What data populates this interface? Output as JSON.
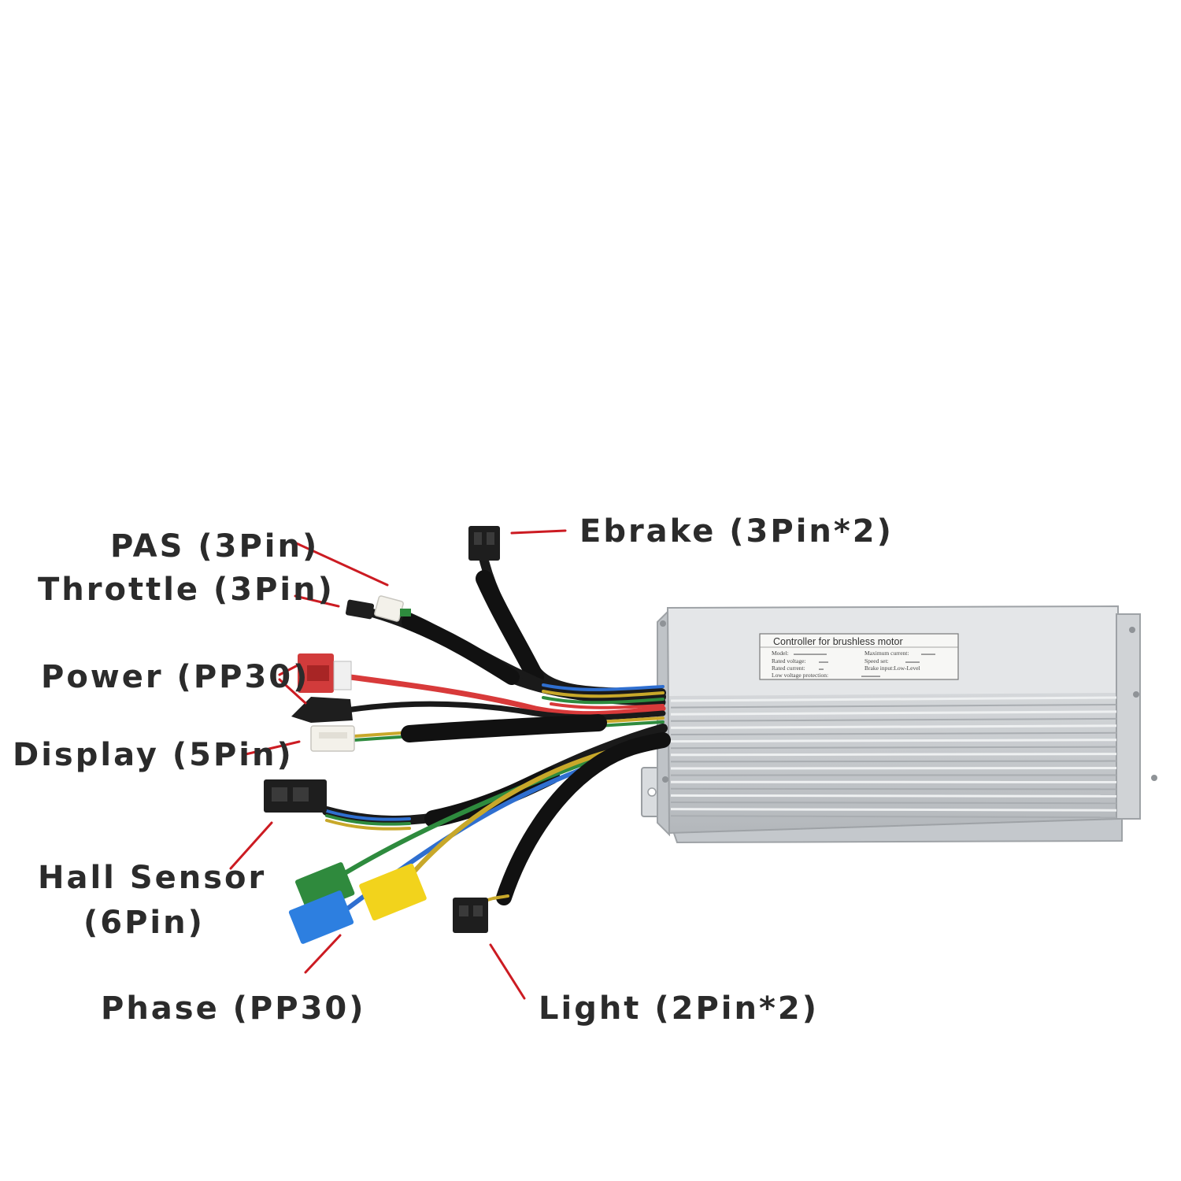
{
  "labels": {
    "pas": "PAS (3Pin)",
    "throttle": "Throttle (3Pin)",
    "power": "Power (PP30)",
    "display": "Display (5Pin)",
    "hall_line1": "Hall Sensor",
    "hall_line2": "(6Pin)",
    "phase": "Phase (PP30)",
    "ebrake": "Ebrake (3Pin*2)",
    "light": "Light (2Pin*2)"
  },
  "nameplate": {
    "title": "Controller for brushless motor",
    "model_label": "Model:",
    "max_current_label": "Maximum current:",
    "rated_voltage_label": "Rated voltage:",
    "speed_set_label": "Speed set:",
    "rated_current_label": "Rated current:",
    "brake_input": "Brake input:Low-Level",
    "low_voltage_label": "Low voltage protection:"
  },
  "colors": {
    "label_text": "#2b2b2b",
    "leader_line": "#cc1b22",
    "housing": "#cfd2d5",
    "wire_red": "#d83a3a",
    "wire_black": "#1a1a1a",
    "wire_yellow": "#c8a82a",
    "wire_green": "#2e8b3e",
    "wire_blue": "#2f6fd0",
    "connector_red": "#d23b3b",
    "connector_green": "#2f8a3d",
    "connector_blue": "#2d7fe0",
    "connector_yellow": "#f2d31c",
    "connector_white": "#f3f1ea"
  }
}
